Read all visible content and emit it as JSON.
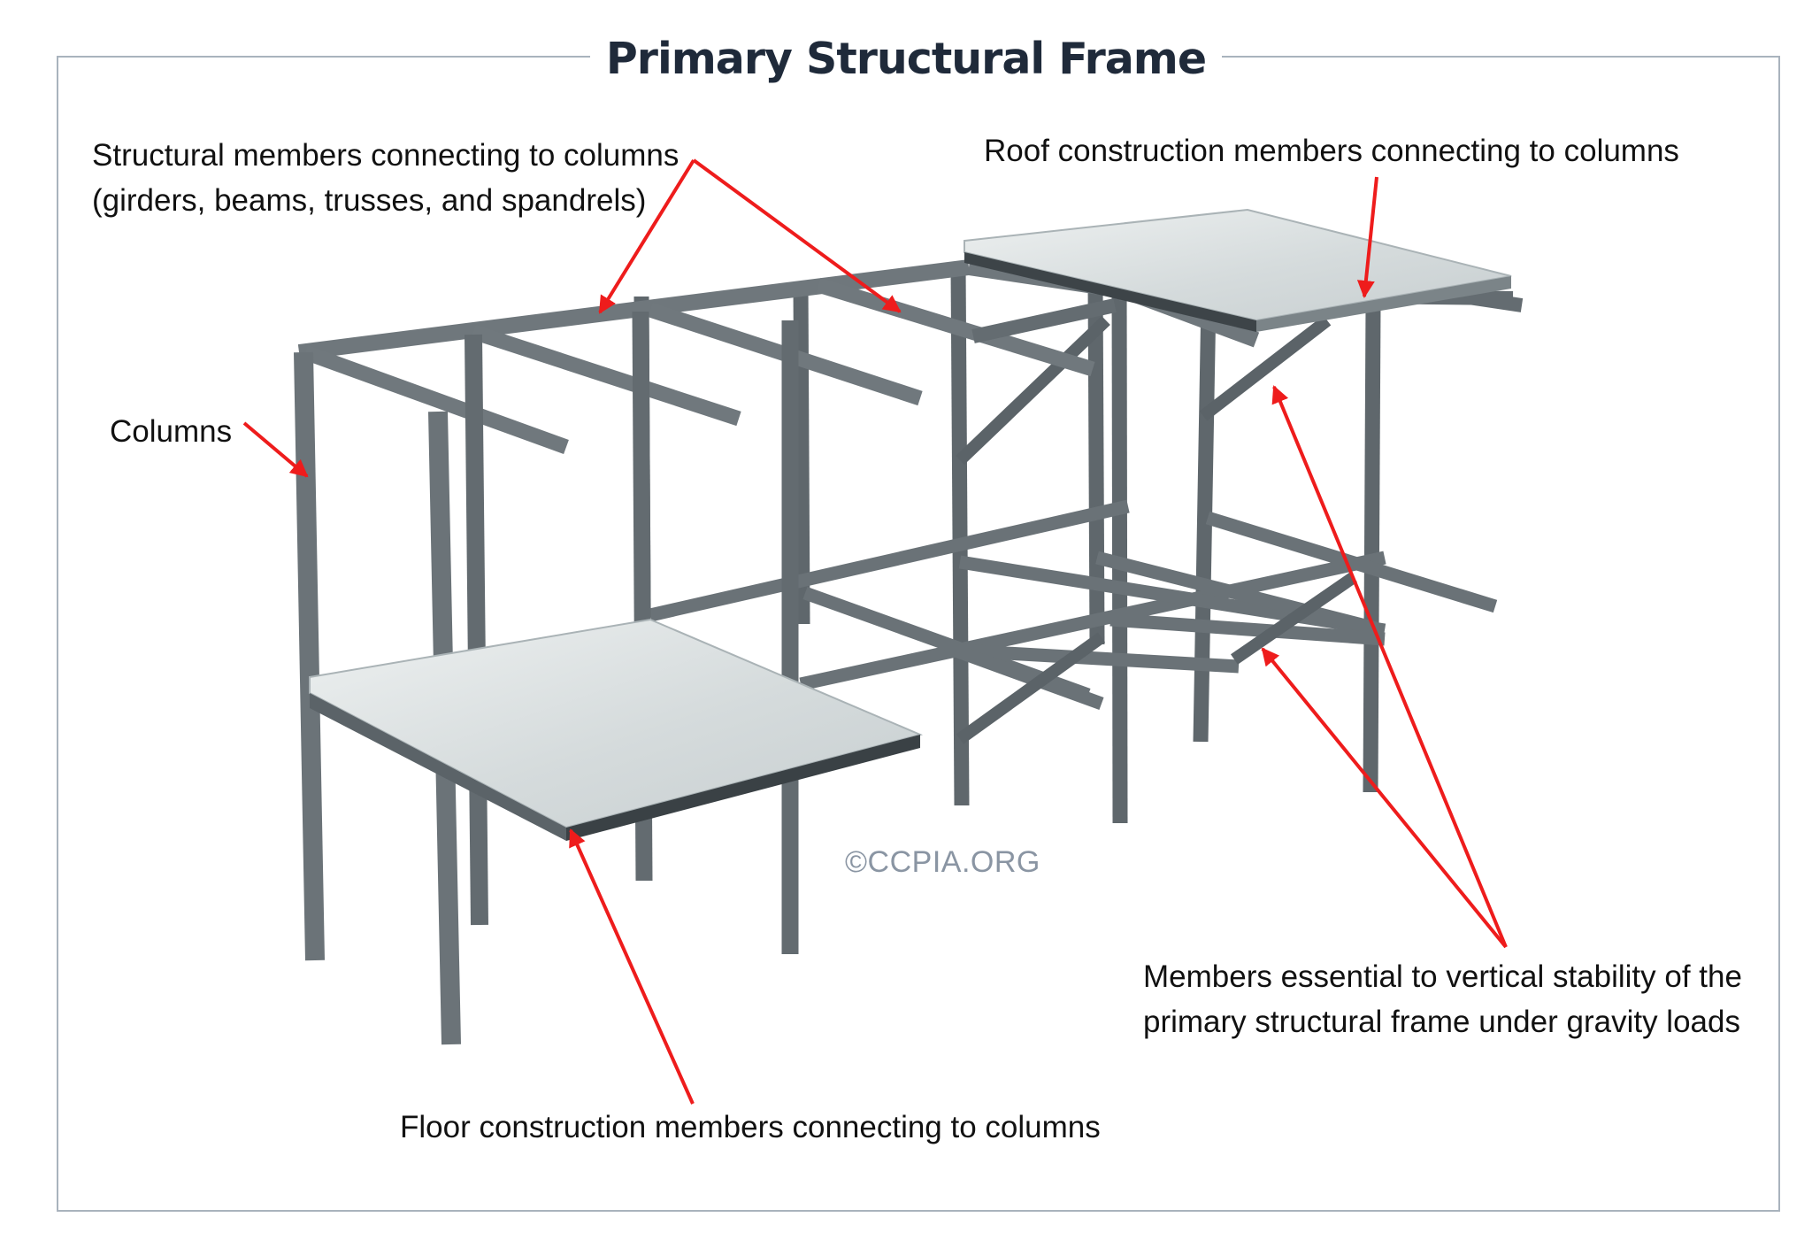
{
  "title": "Primary Structural Frame",
  "labels": {
    "structural_line1": "Structural members connecting to columns",
    "structural_line2": "(girders, beams, trusses, and spandrels)",
    "roof": "Roof construction members connecting to columns",
    "columns": "Columns",
    "stability_line1": "Members essential to vertical stability of the",
    "stability_line2": "primary structural frame under gravity loads",
    "floor": "Floor construction members connecting to columns"
  },
  "watermark": "©CCPIA.ORG",
  "colors": {
    "steel_face": "#6e767c",
    "steel_side": "#4d5459",
    "steel_dark": "#33393d",
    "deck": "#d9dfe0",
    "arrow": "#ee1c1c",
    "title": "#1f2a3a",
    "border": "#a9b3bd"
  }
}
